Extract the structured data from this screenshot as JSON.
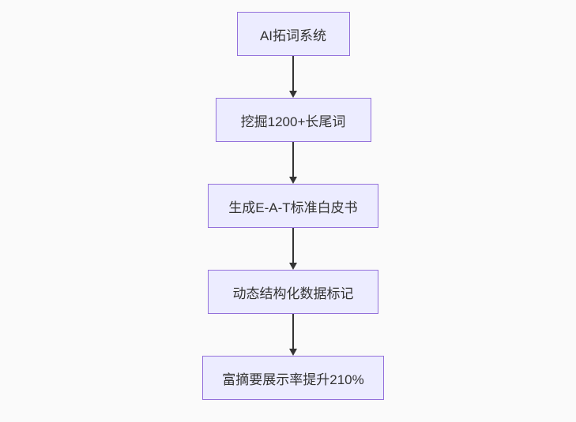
{
  "canvas": {
    "background_color": "#fafafa"
  },
  "flowchart": {
    "type": "flowchart",
    "direction": "top-down",
    "node_fill_color": "#ECECFF",
    "node_border_color": "#9370DB",
    "node_text_color": "#333333",
    "arrow_color": "#333333",
    "nodes": [
      {
        "id": "A",
        "label": "AI拓词系统"
      },
      {
        "id": "B",
        "label": "挖掘1200+长尾词"
      },
      {
        "id": "C",
        "label": "生成E-A-T标准白皮书"
      },
      {
        "id": "D",
        "label": "动态结构化数据标记"
      },
      {
        "id": "E",
        "label": "富摘要展示率提升210%"
      }
    ],
    "edges": [
      {
        "from": "A",
        "to": "B"
      },
      {
        "from": "B",
        "to": "C"
      },
      {
        "from": "C",
        "to": "D"
      },
      {
        "from": "D",
        "to": "E"
      }
    ]
  }
}
